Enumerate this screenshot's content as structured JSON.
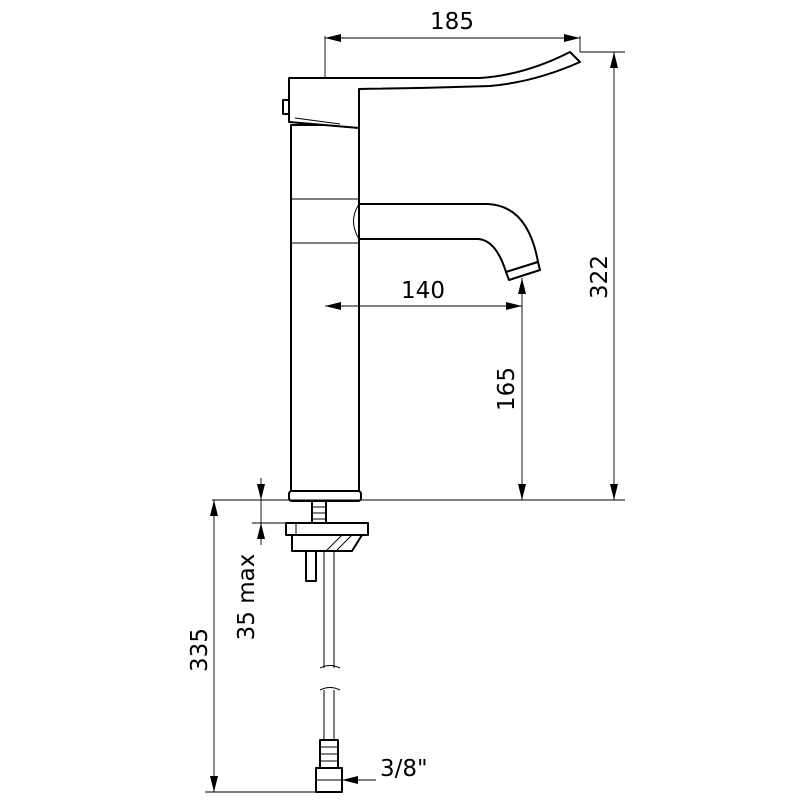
{
  "diagram": {
    "dimensions": {
      "handle_width": "185",
      "total_height": "322",
      "spout_reach": "140",
      "spout_height": "165",
      "max_deck_thickness": "35 max",
      "hose_length": "335",
      "connection": "3/8\""
    },
    "colors": {
      "stroke": "#000000",
      "background": "#ffffff"
    }
  }
}
